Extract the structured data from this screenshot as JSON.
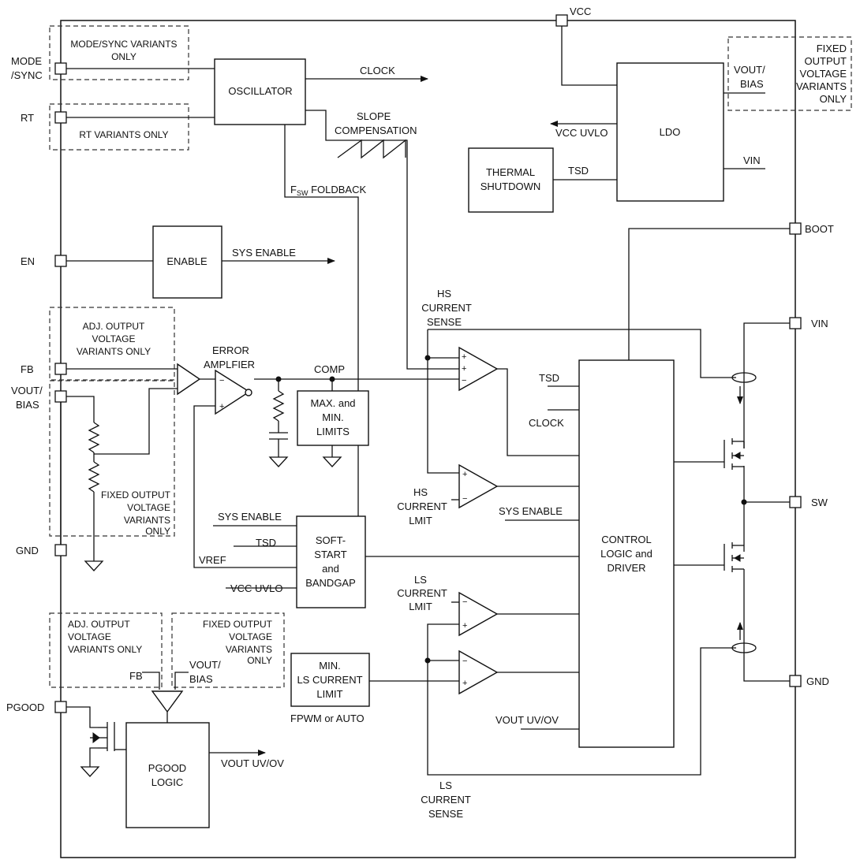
{
  "pins": {
    "vcc": "VCC",
    "mode_sync_1": "MODE",
    "mode_sync_2": "/SYNC",
    "rt": "RT",
    "en": "EN",
    "fb": "FB",
    "vout_bias_1": "VOUT/",
    "vout_bias_2": "BIAS",
    "gnd_left": "GND",
    "pgood": "PGOOD",
    "boot": "BOOT",
    "vin": "VIN",
    "sw": "SW",
    "gnd_right": "GND"
  },
  "variant_notes": {
    "mode_sync_1": "MODE/SYNC VARIANTS",
    "mode_sync_2": "ONLY",
    "rt": "RT VARIANTS ONLY",
    "fixed_top": [
      "FIXED",
      "OUTPUT",
      "VOLTAGE",
      "VARIANTS",
      "ONLY"
    ],
    "adj_mid": [
      "ADJ. OUTPUT",
      "VOLTAGE",
      "VARIANTS ONLY"
    ],
    "fixed_mid": [
      "FIXED OUTPUT",
      "VOLTAGE",
      "VARIANTS",
      "ONLY"
    ],
    "adj_low": [
      "ADJ. OUTPUT",
      "VOLTAGE",
      "VARIANTS ONLY"
    ],
    "fixed_low": [
      "FIXED OUTPUT",
      "VOLTAGE",
      "VARIANTS",
      "ONLY"
    ]
  },
  "blocks": {
    "oscillator": "OSCILLATOR",
    "ldo": "LDO",
    "thermal_1": "THERMAL",
    "thermal_2": "SHUTDOWN",
    "enable": "ENABLE",
    "maxmin": [
      "MAX. and",
      "MIN.",
      "LIMITS"
    ],
    "softstart": [
      "SOFT-",
      "START",
      "and",
      "BANDGAP"
    ],
    "control": [
      "CONTROL",
      "LOGIC and",
      "DRIVER"
    ],
    "minls": [
      "MIN.",
      "LS CURRENT",
      "LIMIT"
    ],
    "pgood_logic": [
      "PGOOD",
      "LOGIC"
    ]
  },
  "signals": {
    "clock": "CLOCK",
    "slope_1": "SLOPE",
    "slope_2": "COMPENSATION",
    "fsw_main": "F",
    "fsw_sub": "SW",
    "fsw_rest": " FOLDBACK",
    "vcc_uvlo": "VCC UVLO",
    "tsd": "TSD",
    "ldo_vout_1": "VOUT/",
    "ldo_vout_2": "BIAS",
    "ldo_vin": "VIN",
    "sys_enable": "SYS ENABLE",
    "error_amp_1": "ERROR",
    "error_amp_2": "AMPLFIER",
    "comp": "COMP",
    "hs_sense": [
      "HS",
      "CURRENT",
      "SENSE"
    ],
    "hs_limit": [
      "HS",
      "CURRENT",
      "LMIT"
    ],
    "ls_limit": [
      "LS",
      "CURRENT",
      "LMIT"
    ],
    "ls_sense": [
      "LS",
      "CURRENT",
      "SENSE"
    ],
    "ctrl_tsd": "TSD",
    "ctrl_clock": "CLOCK",
    "ctrl_sys_enable": "SYS ENABLE",
    "ss_sys_enable": "SYS ENABLE",
    "ss_tsd": "TSD",
    "ss_vref": "VREF",
    "ss_vcc_uvlo": "VCC UVLO",
    "vout_uvov": "VOUT UV/OV",
    "pg_vout_uvov": "VOUT UV/OV",
    "fpwm": "FPWM or AUTO",
    "pg_fb": "FB",
    "pg_vout_1": "VOUT/",
    "pg_vout_2": "BIAS",
    "plus": "+",
    "minus": "−"
  }
}
